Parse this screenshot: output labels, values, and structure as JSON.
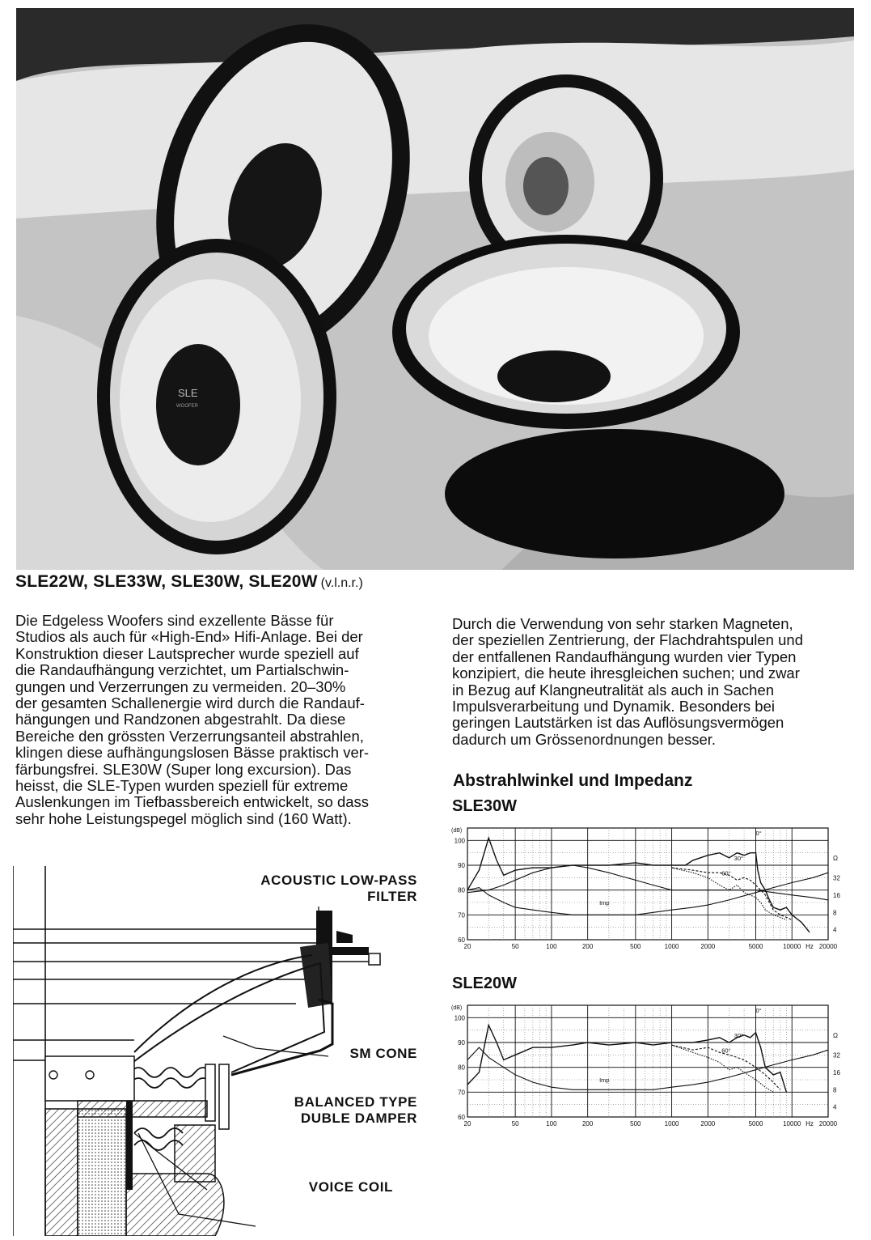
{
  "photo": {
    "logo_text": "SLE",
    "logo_sub": "WOOFER"
  },
  "caption": {
    "models": "SLE22W, SLE33W, SLE30W, SLE20W",
    "order_note": "(v.l.n.r.)"
  },
  "paragraphs": {
    "left": "Die Edgeless Woofers sind exzellente Bässe für\nStudios als auch für «High-End» Hifi-Anlage. Bei der\nKonstruktion dieser Lautsprecher wurde speziell auf\ndie Randaufhängung verzichtet, um Partialschwin-\ngungen und Verzerrungen zu vermeiden. 20–30%\nder gesamten Schallenergie wird durch die Randauf-\nhängungen und Randzonen abgestrahlt. Da diese\nBereiche den grössten Verzerrungsanteil abstrahlen,\nklingen diese aufhängungslosen Bässe praktisch ver-\nfärbungsfrei. SLE30W (Super long excursion). Das\nheisst, die SLE-Typen wurden speziell für extreme\nAuslenkungen im Tiefbassbereich entwickelt, so dass\nsehr hohe Leistungspegel möglich sind (160 Watt).",
    "right": "Durch die Verwendung von sehr starken Magneten,\nder speziellen Zentrierung, der Flachdrahtspulen und\nder entfallenen Randaufhängung wurden vier Typen\nkonzipiert, die heute ihresgleichen suchen; und zwar\nin Bezug auf Klangneutralität als auch in Sachen\nImpulsverarbeitung und Dynamik. Besonders bei\ngeringen Lautstärken ist das Auflösungsvermögen\ndadurch um Grössenordnungen besser."
  },
  "section_heading": "Abstrahlwinkel und Impedanz",
  "chart_data": [
    {
      "type": "line",
      "title": "SLE30W",
      "ylabel_left": "(dB)",
      "ylabel_right": "Ω",
      "x_unit": "Hz",
      "x_scale": "log",
      "xlim": [
        20,
        20000
      ],
      "ylim": [
        60,
        105
      ],
      "x_ticks": [
        "20",
        "50",
        "100",
        "200",
        "500",
        "1000",
        "2000",
        "5000",
        "10000",
        "20000"
      ],
      "y_ticks": [
        "60",
        "70",
        "80",
        "90",
        "100"
      ],
      "y2_ticks": [
        "4",
        "8",
        "16",
        "32"
      ],
      "grid": true,
      "annotations": [
        "0°",
        "30°",
        "60°",
        "Imp"
      ],
      "series": [
        {
          "name": "0°",
          "x": [
            20,
            25,
            30,
            35,
            40,
            50,
            70,
            100,
            150,
            200,
            300,
            500,
            700,
            1000,
            1300,
            1500,
            2000,
            2500,
            3000,
            3500,
            4000,
            4500,
            5000,
            5200,
            5500,
            6000,
            6500,
            7000,
            8000,
            9000,
            10000,
            12000,
            14000
          ],
          "y": [
            80,
            88,
            101,
            92,
            86,
            88,
            89,
            89,
            90,
            90,
            90,
            91,
            90,
            90,
            90,
            92,
            94,
            95,
            93,
            95,
            94,
            95,
            95,
            88,
            83,
            80,
            76,
            73,
            72,
            73,
            70,
            67,
            63
          ]
        },
        {
          "name": "30°",
          "x": [
            1000,
            1500,
            2000,
            2500,
            3000,
            3500,
            4000,
            4500,
            5000,
            5500,
            6000,
            6500,
            7000,
            8000,
            9000,
            10000
          ],
          "y": [
            89,
            88,
            87,
            87,
            86,
            84,
            85,
            84,
            82,
            80,
            78,
            75,
            72,
            70,
            69,
            68
          ]
        },
        {
          "name": "60°",
          "x": [
            1000,
            1500,
            2000,
            2500,
            3000,
            3500,
            4000,
            4500,
            5000,
            5500,
            6000,
            7000,
            8000,
            9000
          ],
          "y": [
            89,
            87,
            85,
            82,
            80,
            82,
            79,
            78,
            77,
            75,
            72,
            70,
            69,
            68
          ]
        },
        {
          "name": "Imp",
          "x": [
            20,
            30,
            40,
            50,
            70,
            100,
            150,
            200,
            300,
            500,
            700,
            1000,
            1500,
            2000,
            3000,
            5000,
            7000,
            10000,
            15000,
            20000
          ],
          "y": [
            79,
            80,
            82,
            84,
            87,
            89,
            90,
            89,
            87,
            84,
            82,
            80,
            80,
            80,
            80,
            80,
            79,
            78,
            77,
            76
          ]
        },
        {
          "name": "Imp-curve",
          "x": [
            20,
            25,
            30,
            40,
            50,
            70,
            100,
            150,
            200,
            300,
            500,
            700,
            1000,
            1500,
            2000,
            3000,
            5000,
            7000,
            10000,
            15000,
            20000
          ],
          "y": [
            80,
            81,
            78,
            75,
            73,
            72,
            71,
            70,
            70,
            70,
            70,
            71,
            72,
            73,
            74,
            76,
            79,
            81,
            83,
            85,
            87
          ]
        }
      ]
    },
    {
      "type": "line",
      "title": "SLE20W",
      "ylabel_left": "(dB)",
      "ylabel_right": "Ω",
      "x_unit": "Hz",
      "x_scale": "log",
      "xlim": [
        20,
        20000
      ],
      "ylim": [
        60,
        105
      ],
      "x_ticks": [
        "20",
        "50",
        "100",
        "200",
        "500",
        "1000",
        "2000",
        "5000",
        "10000",
        "20000"
      ],
      "y_ticks": [
        "60",
        "70",
        "80",
        "90",
        "100"
      ],
      "y2_ticks": [
        "4",
        "8",
        "16",
        "32"
      ],
      "grid": true,
      "annotations": [
        "0°",
        "30°",
        "60°",
        "Imp"
      ],
      "series": [
        {
          "name": "0°",
          "x": [
            20,
            25,
            30,
            35,
            40,
            50,
            70,
            100,
            150,
            200,
            300,
            500,
            700,
            1000,
            1500,
            2000,
            2500,
            3000,
            3500,
            4000,
            4500,
            5000,
            5500,
            6000,
            7000,
            8000,
            9000
          ],
          "y": [
            73,
            78,
            97,
            90,
            83,
            85,
            88,
            88,
            89,
            90,
            89,
            90,
            89,
            90,
            90,
            91,
            92,
            90,
            92,
            93,
            92,
            94,
            88,
            80,
            77,
            78,
            70
          ]
        },
        {
          "name": "30°",
          "x": [
            1000,
            1500,
            2000,
            2500,
            3000,
            3500,
            4000,
            5000,
            6000,
            7000,
            8000
          ],
          "y": [
            89,
            87,
            88,
            86,
            85,
            84,
            83,
            80,
            77,
            74,
            71
          ]
        },
        {
          "name": "60°",
          "x": [
            1000,
            1500,
            2000,
            2500,
            3000,
            3500,
            4000,
            5000,
            6000,
            7000
          ],
          "y": [
            89,
            86,
            84,
            82,
            79,
            80,
            78,
            75,
            72,
            70
          ]
        },
        {
          "name": "Imp-curve",
          "x": [
            20,
            25,
            30,
            40,
            50,
            70,
            100,
            150,
            200,
            300,
            500,
            700,
            1000,
            1500,
            2000,
            3000,
            5000,
            7000,
            10000,
            15000,
            20000
          ],
          "y": [
            83,
            88,
            84,
            80,
            77,
            74,
            72,
            71,
            71,
            71,
            71,
            71,
            72,
            73,
            74,
            76,
            79,
            81,
            83,
            85,
            87
          ]
        }
      ]
    }
  ],
  "diagram": {
    "callouts": {
      "filter": "ACOUSTIC LOW-PASS\nFILTER",
      "cone": "SM CONE",
      "damper": "BALANCED TYPE\nDUBLE DAMPER",
      "coil": "VOICE COIL"
    }
  }
}
